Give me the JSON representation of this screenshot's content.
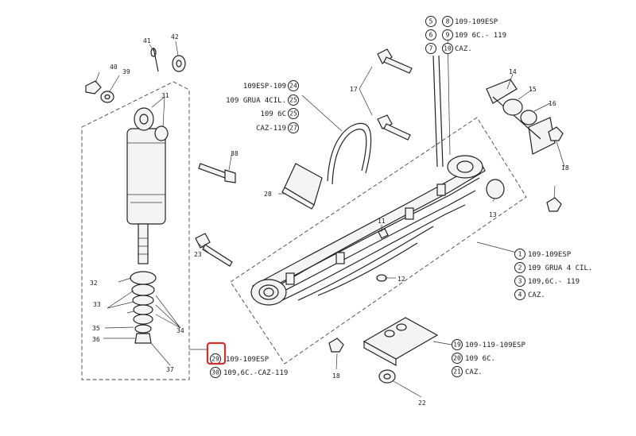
{
  "callouts": {
    "c1": "1",
    "c2": "2",
    "c3": "3",
    "c4": "4",
    "c5": "5",
    "c6": "6",
    "c7": "7",
    "c8": "8",
    "c9": "9",
    "c10": "10",
    "c19": "19",
    "c20": "20",
    "c21": "21",
    "c24": "24",
    "c25a": "25",
    "c25b": "25",
    "c27": "27",
    "c29": "29",
    "c30": "30"
  },
  "labels": {
    "l1": "109-109ESP",
    "l2": "109 GRUA 4 CIL.",
    "l3": "109,6C.- 119",
    "l4": "CAZ.",
    "l8": "109-109ESP",
    "l9": "109 6C.- 119",
    "l10": "CAZ.",
    "l19": "109-119-109ESP",
    "l20": "109 6C.",
    "l21": "CAZ.",
    "l24": "109ESP-109",
    "l25a": "109 GRUA 4CIL.",
    "l25b": "109 6C",
    "l27": "CAZ-119",
    "l29": "109-109ESP",
    "l30": "109,6C.-CAZ-119"
  },
  "parts": {
    "p11": "11",
    "p12": "12",
    "p13": "13",
    "p14": "14",
    "p15": "15",
    "p16": "16",
    "p17": "17",
    "p18a": "18",
    "p18b": "18",
    "p22": "22",
    "p23": "23",
    "p28": "28",
    "p31": "31",
    "p32": "32",
    "p33": "33",
    "p34": "34",
    "p35": "35",
    "p36": "36",
    "p37": "37",
    "p38": "38",
    "p39": "39",
    "p40": "40",
    "p41": "41",
    "p42": "42"
  },
  "colors": {
    "ink": "#1a1a1a",
    "highlight": "#d32f2f"
  },
  "highlighted_callout": "29"
}
